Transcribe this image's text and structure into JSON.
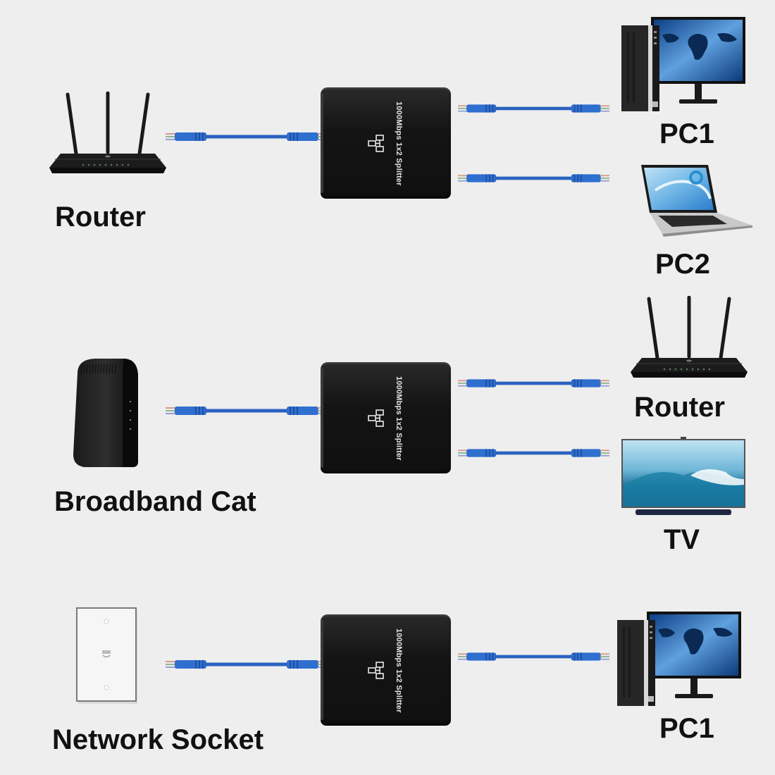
{
  "colors": {
    "background": "#eeeeee",
    "cable": "#2f6fd0",
    "splitter_body": "#141414",
    "label_text": "#111111"
  },
  "splitter": {
    "text": "1000Mbps 1x2 Splitter",
    "icon": "network-topology-icon"
  },
  "rows": [
    {
      "input": {
        "label": "Router",
        "icon": "wifi-router-icon"
      },
      "outputs": [
        {
          "label": "PC1",
          "icon": "desktop-pc-icon"
        },
        {
          "label": "PC2",
          "icon": "laptop-icon"
        }
      ]
    },
    {
      "input": {
        "label": "Broadband Cat",
        "icon": "modem-icon"
      },
      "outputs": [
        {
          "label": "Router",
          "icon": "wifi-router-icon"
        },
        {
          "label": "TV",
          "icon": "tv-icon"
        }
      ]
    },
    {
      "input": {
        "label": "Network Socket",
        "icon": "wall-socket-icon"
      },
      "outputs": [
        {
          "label": "PC1",
          "icon": "desktop-pc-icon"
        }
      ]
    }
  ]
}
